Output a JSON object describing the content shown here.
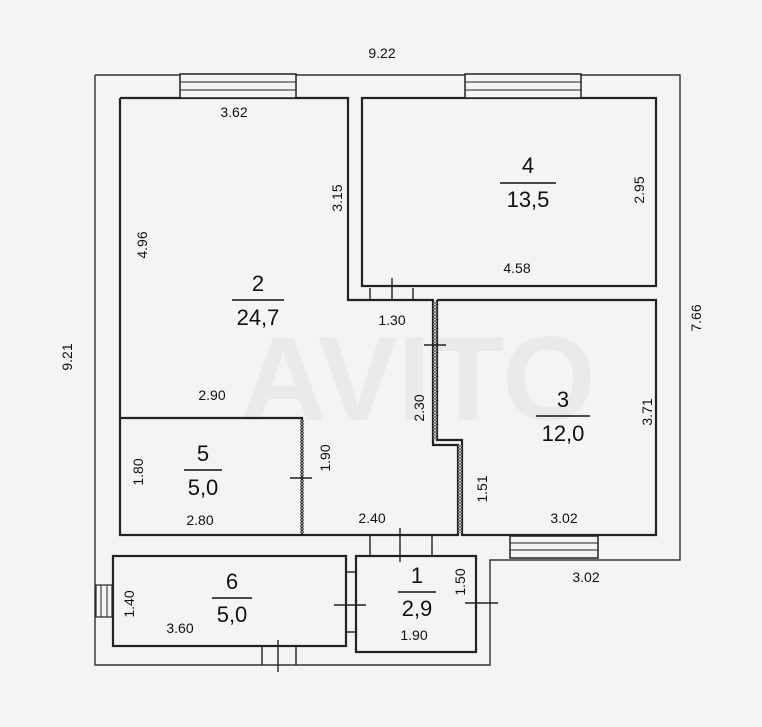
{
  "rooms": [
    {
      "number": "1",
      "area": "2,9"
    },
    {
      "number": "2",
      "area": "24,7"
    },
    {
      "number": "3",
      "area": "12,0"
    },
    {
      "number": "4",
      "area": "13,5"
    },
    {
      "number": "5",
      "area": "5,0"
    },
    {
      "number": "6",
      "area": "5,0"
    }
  ],
  "dimensions": {
    "overall_width": "9.22",
    "overall_height": "9.21",
    "right_height": "7.66",
    "room2_window": "3.62",
    "room2_height": "4.96",
    "room2_inner": "3.15",
    "room2_bottom": "2.90",
    "corridor_1": "1.30",
    "corridor_2": "2.30",
    "corridor_3": "1.90",
    "corridor_bottom": "2.40",
    "room4_width": "4.58",
    "room4_height": "2.95",
    "room3_height": "3.71",
    "room3_inner": "1.51",
    "room3_width": "3.02",
    "balcony_width": "3.02",
    "room5_height": "1.80",
    "room5_width": "2.80",
    "room6_height": "1.40",
    "room6_width": "3.60",
    "room1_height": "1.50",
    "room1_width": "1.90"
  },
  "watermark": "AVITO"
}
